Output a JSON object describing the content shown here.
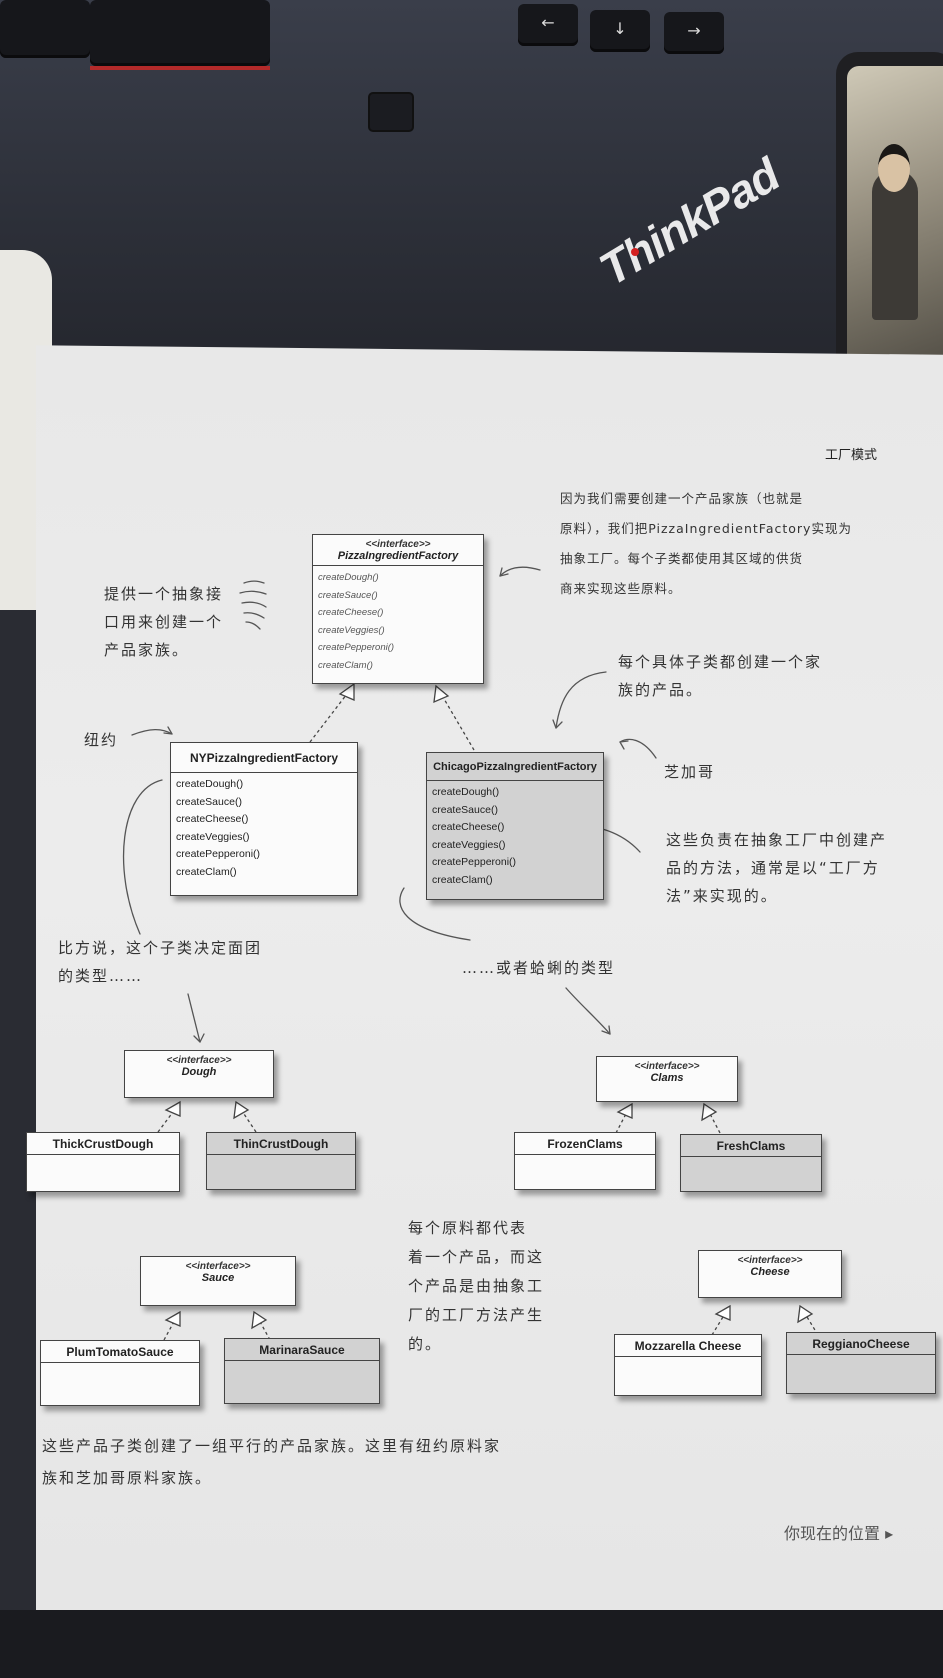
{
  "header": {
    "chapter_title": "工厂模式"
  },
  "laptop": {
    "brand": "ThinkPad",
    "arrow_keys": [
      "←",
      "↓",
      "→"
    ]
  },
  "diagram": {
    "abstract_factory": {
      "stereotype": "<<interface>>",
      "name": "PizzaIngredientFactory",
      "methods": [
        "createDough()",
        "createSauce()",
        "createCheese()",
        "createVeggies()",
        "createPepperoni()",
        "createClam()"
      ]
    },
    "ny_factory": {
      "name": "NYPizzaIngredientFactory",
      "methods": [
        "createDough()",
        "createSauce()",
        "createCheese()",
        "createVeggies()",
        "createPepperoni()",
        "createClam()"
      ]
    },
    "chicago_factory": {
      "name": "ChicagoPizzaIngredientFactory",
      "methods": [
        "createDough()",
        "createSauce()",
        "createCheese()",
        "createVeggies()",
        "createPepperoni()",
        "createClam()"
      ]
    },
    "dough": {
      "stereotype": "<<interface>>",
      "name": "Dough",
      "impl_left": "ThickCrustDough",
      "impl_right": "ThinCrustDough"
    },
    "clams": {
      "stereotype": "<<interface>>",
      "name": "Clams",
      "impl_left": "FrozenClams",
      "impl_right": "FreshClams"
    },
    "sauce": {
      "stereotype": "<<interface>>",
      "name": "Sauce",
      "impl_left": "PlumTomatoSauce",
      "impl_right": "MarinaraSauce"
    },
    "cheese": {
      "stereotype": "<<interface>>",
      "name": "Cheese",
      "impl_left": "Mozzarella Cheese",
      "impl_right": "ReggianoCheese"
    }
  },
  "annotations": {
    "top_right": [
      "因为我们需要创建一个产品家族（也就是",
      "原料），我们把PizzaIngredientFactory实现为",
      "抽象工厂。每个子类都使用其区域的供货",
      "商来实现这些原料。"
    ],
    "left_interface": [
      "提供一个抽象接",
      "口用来创建一个",
      "产品家族。"
    ],
    "each_subclass": [
      "每个具体子类都创建一个家",
      "族的产品。"
    ],
    "new_york": "纽约",
    "chicago": "芝加哥",
    "methods_note": [
      "这些负责在抽象工厂中创建产",
      "品的方法，通常是以“工厂方",
      "法”来实现的。"
    ],
    "dough_note": [
      "比方说，这个子类决定面团",
      "的类型……"
    ],
    "clams_note": "……或者蛤蜊的类型",
    "product_note": [
      "每个原料都代表",
      "着一个产品，而这",
      "个产品是由抽象工",
      "厂的工厂方法产生",
      "的。"
    ],
    "bottom_note": [
      "这些产品子类创建了一组平行的产品家族。这里有纽约原料家",
      "族和芝加哥原料家族。"
    ]
  },
  "footer": {
    "nav_label": "你现在的位置 ▸"
  }
}
